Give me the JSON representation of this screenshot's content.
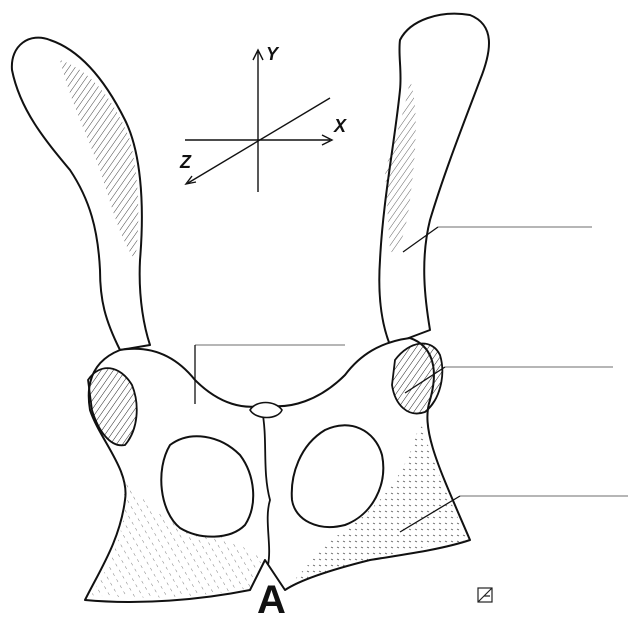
{
  "axes": {
    "y_label": "Y",
    "x_label": "X",
    "z_label": "Z"
  },
  "figure": {
    "panel_label": "A"
  },
  "leader_lines": [
    {
      "id": "ilium-wing"
    },
    {
      "id": "iliopubic-eminence"
    },
    {
      "id": "acetabulum"
    },
    {
      "id": "ischium"
    }
  ],
  "colors": {
    "ink": "#111111",
    "leader": "#8a8a8a",
    "paper": "#ffffff",
    "foramen": "#ffffff"
  },
  "icons": {
    "signature": "artist-signature-icon"
  }
}
